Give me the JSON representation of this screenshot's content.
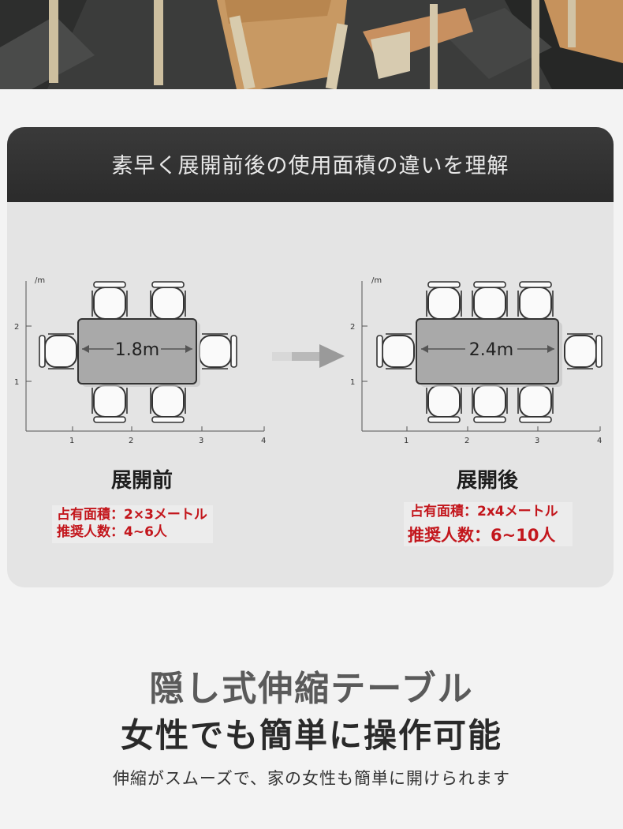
{
  "header": {
    "title": "素早く展開前後の使用面積の違いを理解"
  },
  "diagrams": [
    {
      "unit_label": "/m",
      "x_ticks": [
        "1",
        "2",
        "3",
        "4"
      ],
      "y_ticks": [
        "2",
        "1"
      ],
      "table_length": "1.8m",
      "state_label": "展開前",
      "spec_area": "占有面積：2×3メートル",
      "spec_people": "推奨人数：4~6人"
    },
    {
      "unit_label": "/m",
      "x_ticks": [
        "1",
        "2",
        "3",
        "4"
      ],
      "y_ticks": [
        "2",
        "1"
      ],
      "table_length": "2.4m",
      "state_label": "展開後",
      "spec_area": "占有面積：2x4メートル",
      "spec_people": "推奨人数：6~10人"
    }
  ],
  "colors": {
    "header_bg": "#2f2f2f",
    "card_bg": "#e4e4e4",
    "table_fill": "#a9a9a9",
    "spec_red": "#c3161c",
    "arrow_gray": "#9a9a9a"
  },
  "headline": {
    "line1": "隠し式伸縮テーブル",
    "line2": "女性でも簡単に操作可能",
    "subtext": "伸縮がスムーズで、家の女性も簡単に開けられます"
  }
}
